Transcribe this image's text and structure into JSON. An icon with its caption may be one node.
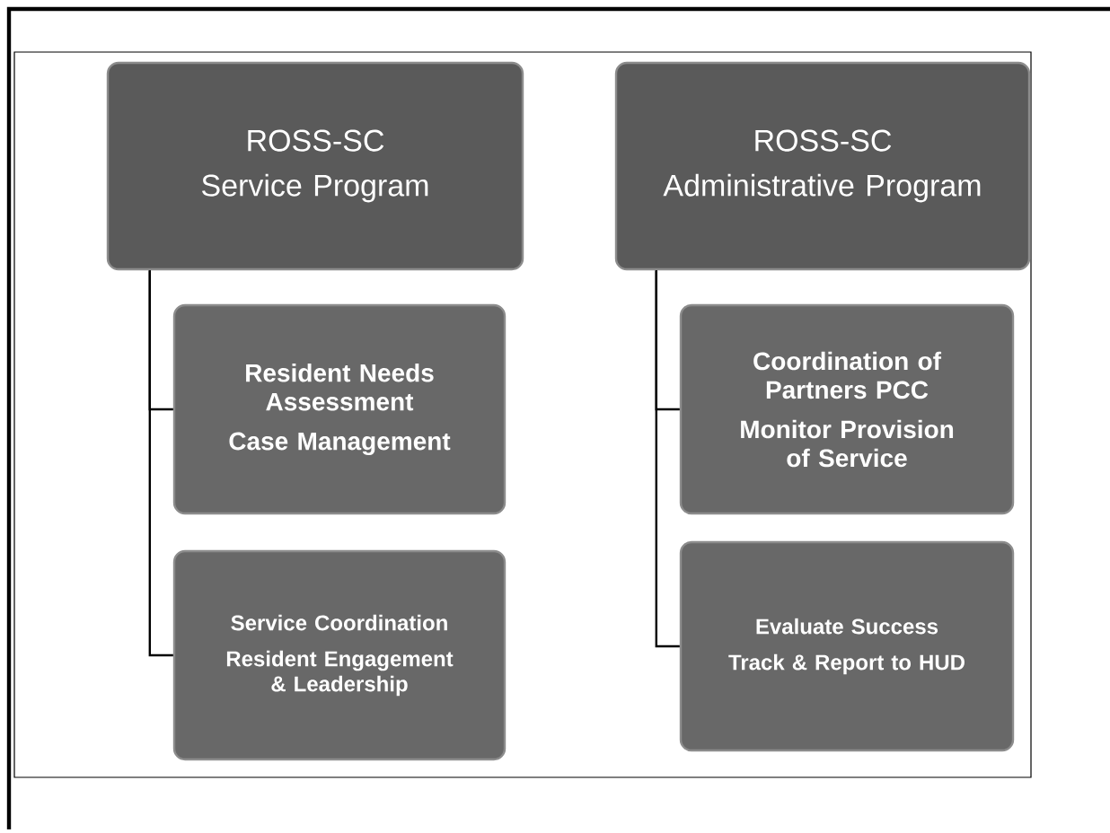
{
  "diagram": {
    "nodes": [
      {
        "text": [
          "ROSS-SC",
          "Service Program"
        ]
      },
      {
        "text": [
          "Resident Needs Assessment",
          "Case Management"
        ]
      },
      {
        "text": [
          "Service Coordination",
          "Resident Engagement & Leadership"
        ]
      },
      {
        "text": [
          "ROSS-SC",
          "Administrative Program"
        ]
      },
      {
        "text": [
          "Coordination of Partners PCC",
          "Monitor Provision of Service"
        ]
      },
      {
        "text": [
          "Evaluate Success",
          "Track & Report to HUD"
        ]
      }
    ],
    "edges": [
      {
        "from": 0,
        "to": 1,
        "arrow": "none"
      },
      {
        "from": 0,
        "to": 2,
        "arrow": "none"
      },
      {
        "from": 3,
        "to": 4,
        "arrow": "none"
      },
      {
        "from": 3,
        "to": 5,
        "arrow": "none"
      }
    ]
  }
}
